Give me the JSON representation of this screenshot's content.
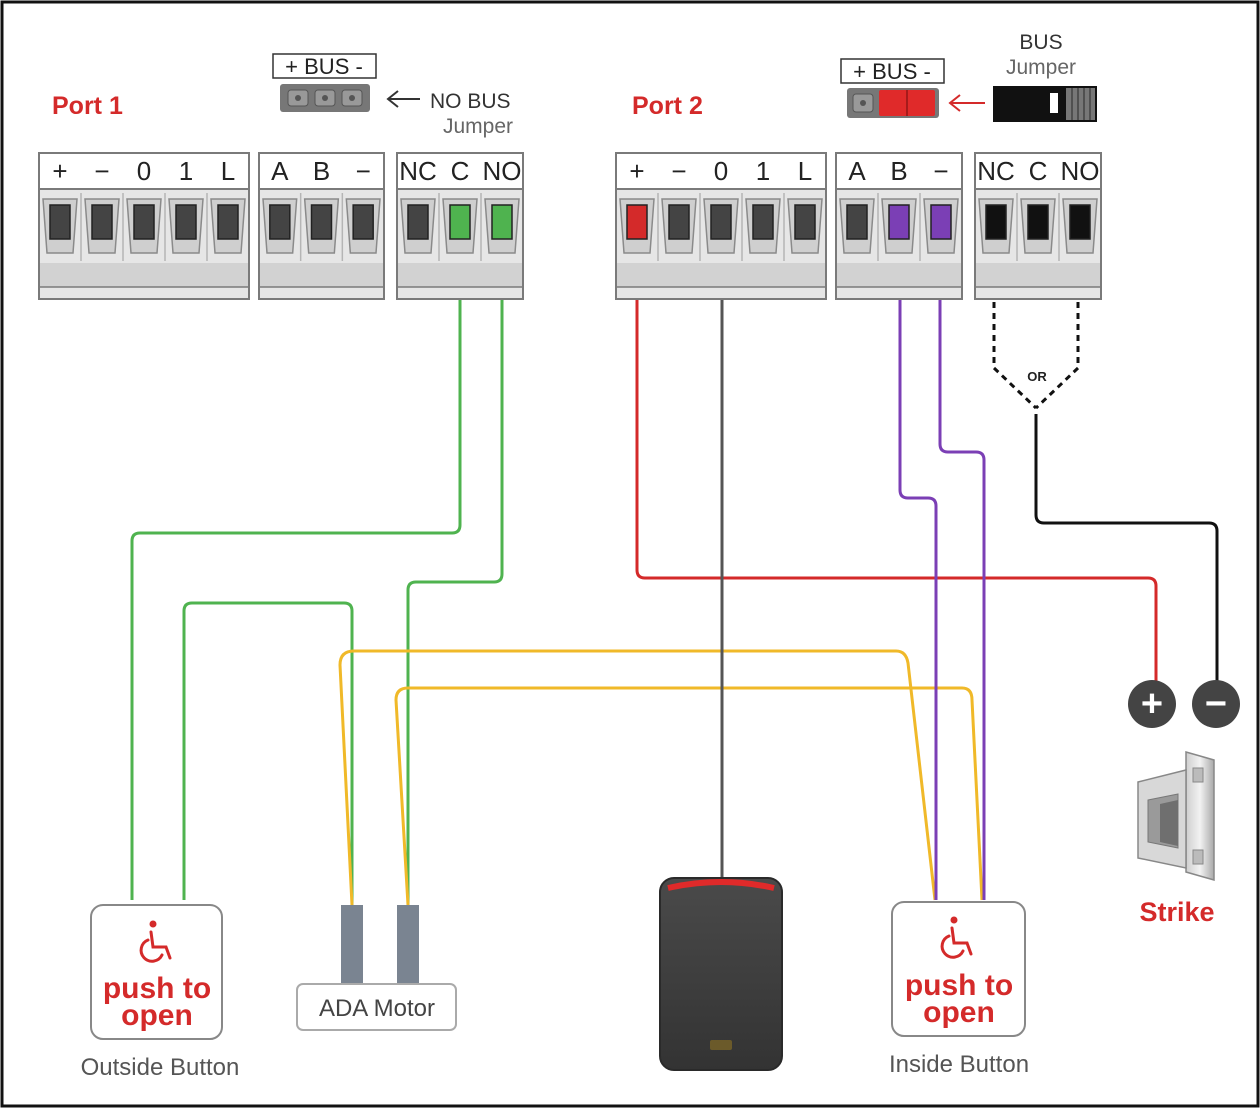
{
  "port1": {
    "title": "Port 1",
    "bus_label": "+ BUS -",
    "jumper_note_line1": "NO BUS",
    "jumper_note_line2": "Jumper"
  },
  "port2": {
    "title": "Port 2",
    "bus_label": "+ BUS -",
    "jumper_note_line1": "BUS",
    "jumper_note_line2": "Jumper"
  },
  "terminal_labels": {
    "power_group": [
      "+",
      "−",
      "0",
      "1",
      "L"
    ],
    "bus_group": [
      "A",
      "B",
      "−"
    ],
    "relay_group": [
      "NC",
      "C",
      "NO"
    ]
  },
  "or_label": "OR",
  "outside_button": {
    "line1": "push to",
    "line2": "open",
    "caption": "Outside Button"
  },
  "inside_button": {
    "line1": "push to",
    "line2": "open",
    "caption": "Inside Button"
  },
  "ada_motor": {
    "label": "ADA Motor"
  },
  "strike": {
    "label": "Strike",
    "plus_symbol": "+",
    "minus_symbol": "−"
  },
  "colors": {
    "accent_red": "#d42a2a",
    "wire_green": "#4fb34f",
    "wire_red": "#d42a2a",
    "wire_grey": "#555555",
    "wire_purple": "#7b3fb5",
    "wire_black": "#111111",
    "wire_yellow": "#f0b929"
  }
}
